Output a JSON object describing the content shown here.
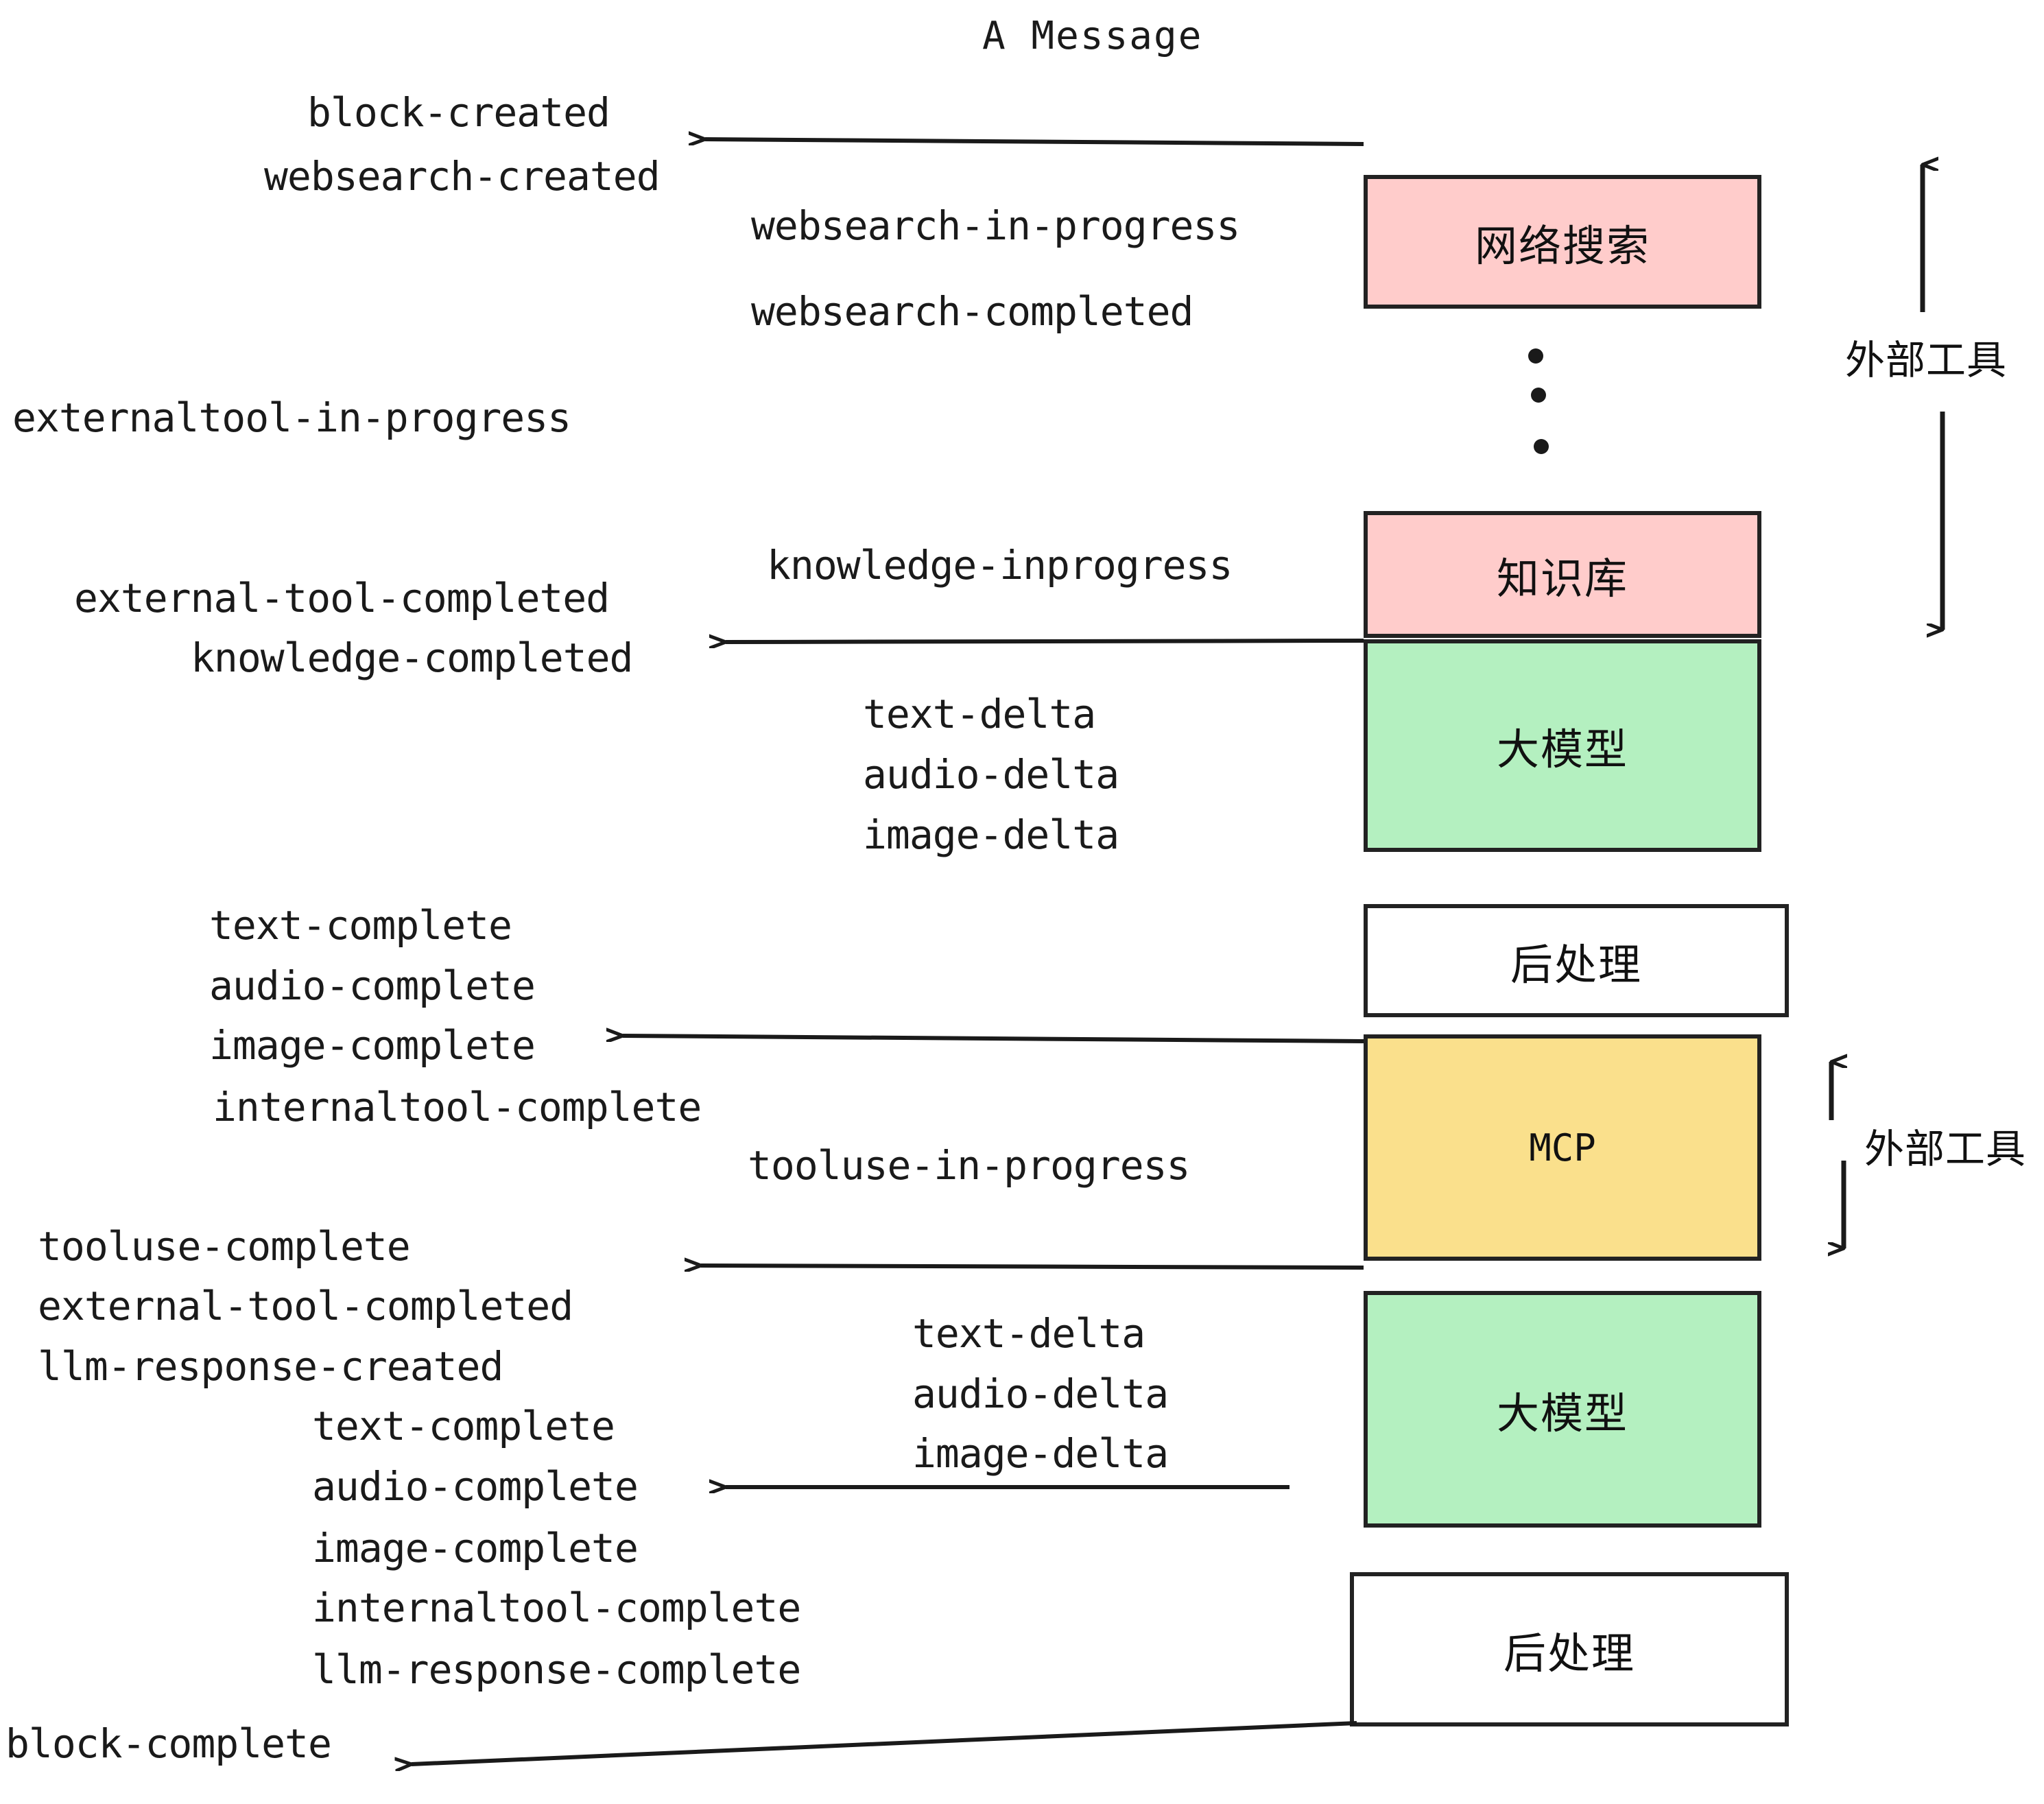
{
  "title": "A Message",
  "boxes": [
    {
      "id": "websearch",
      "label": "网络搜索",
      "color": "#FFCCCB",
      "mono": false
    },
    {
      "id": "knowledge",
      "label": "知识库",
      "color": "#FFCCCB",
      "mono": false
    },
    {
      "id": "llm-top",
      "label": "大模型",
      "color": "#B4F0C0",
      "mono": false
    },
    {
      "id": "post-top",
      "label": "后处理",
      "color": "#FFFFFF",
      "mono": false
    },
    {
      "id": "mcp",
      "label": "MCP",
      "color": "#FAE08C",
      "mono": true
    },
    {
      "id": "llm-bottom",
      "label": "大模型",
      "color": "#B4F0C0",
      "mono": false
    },
    {
      "id": "post-bottom",
      "label": "后处理",
      "color": "#FFFFFF",
      "mono": false
    }
  ],
  "side_labels": {
    "external_tools_top": "外部工具",
    "external_tools_bottom": "外部工具"
  },
  "events": {
    "block_created": "block-created",
    "websearch_created": "websearch-created",
    "websearch_in_progress": "websearch-in-progress",
    "websearch_completed": "websearch-completed",
    "externaltool_in_progress": "externaltool-in-progress",
    "knowledge_inprogress": "knowledge-inprogress",
    "external_tool_completed_1": "external-tool-completed",
    "knowledge_completed": "knowledge-completed",
    "text_delta_1": "text-delta",
    "audio_delta_1": "audio-delta",
    "image_delta_1": "image-delta",
    "text_complete_1": "text-complete",
    "audio_complete_1": "audio-complete",
    "image_complete_1": "image-complete",
    "internaltool_complete_1": "internaltool-complete",
    "tooluse_in_progress": "tooluse-in-progress",
    "tooluse_complete": "tooluse-complete",
    "external_tool_completed_2": "external-tool-completed",
    "llm_response_created": "llm-response-created",
    "text_delta_2": "text-delta",
    "audio_delta_2": "audio-delta",
    "image_delta_2": "image-delta",
    "text_complete_2": "text-complete",
    "audio_complete_2": "audio-complete",
    "image_complete_2": "image-complete",
    "internaltool_complete_2": "internaltool-complete",
    "llm_response_complete": "llm-response-complete",
    "block_complete": "block-complete"
  },
  "colors": {
    "pink": "#FFCCCB",
    "green": "#B4F0C0",
    "yellow": "#FAE08C",
    "white": "#FFFFFF",
    "stroke": "#222222",
    "text": "#1a1a1a"
  }
}
